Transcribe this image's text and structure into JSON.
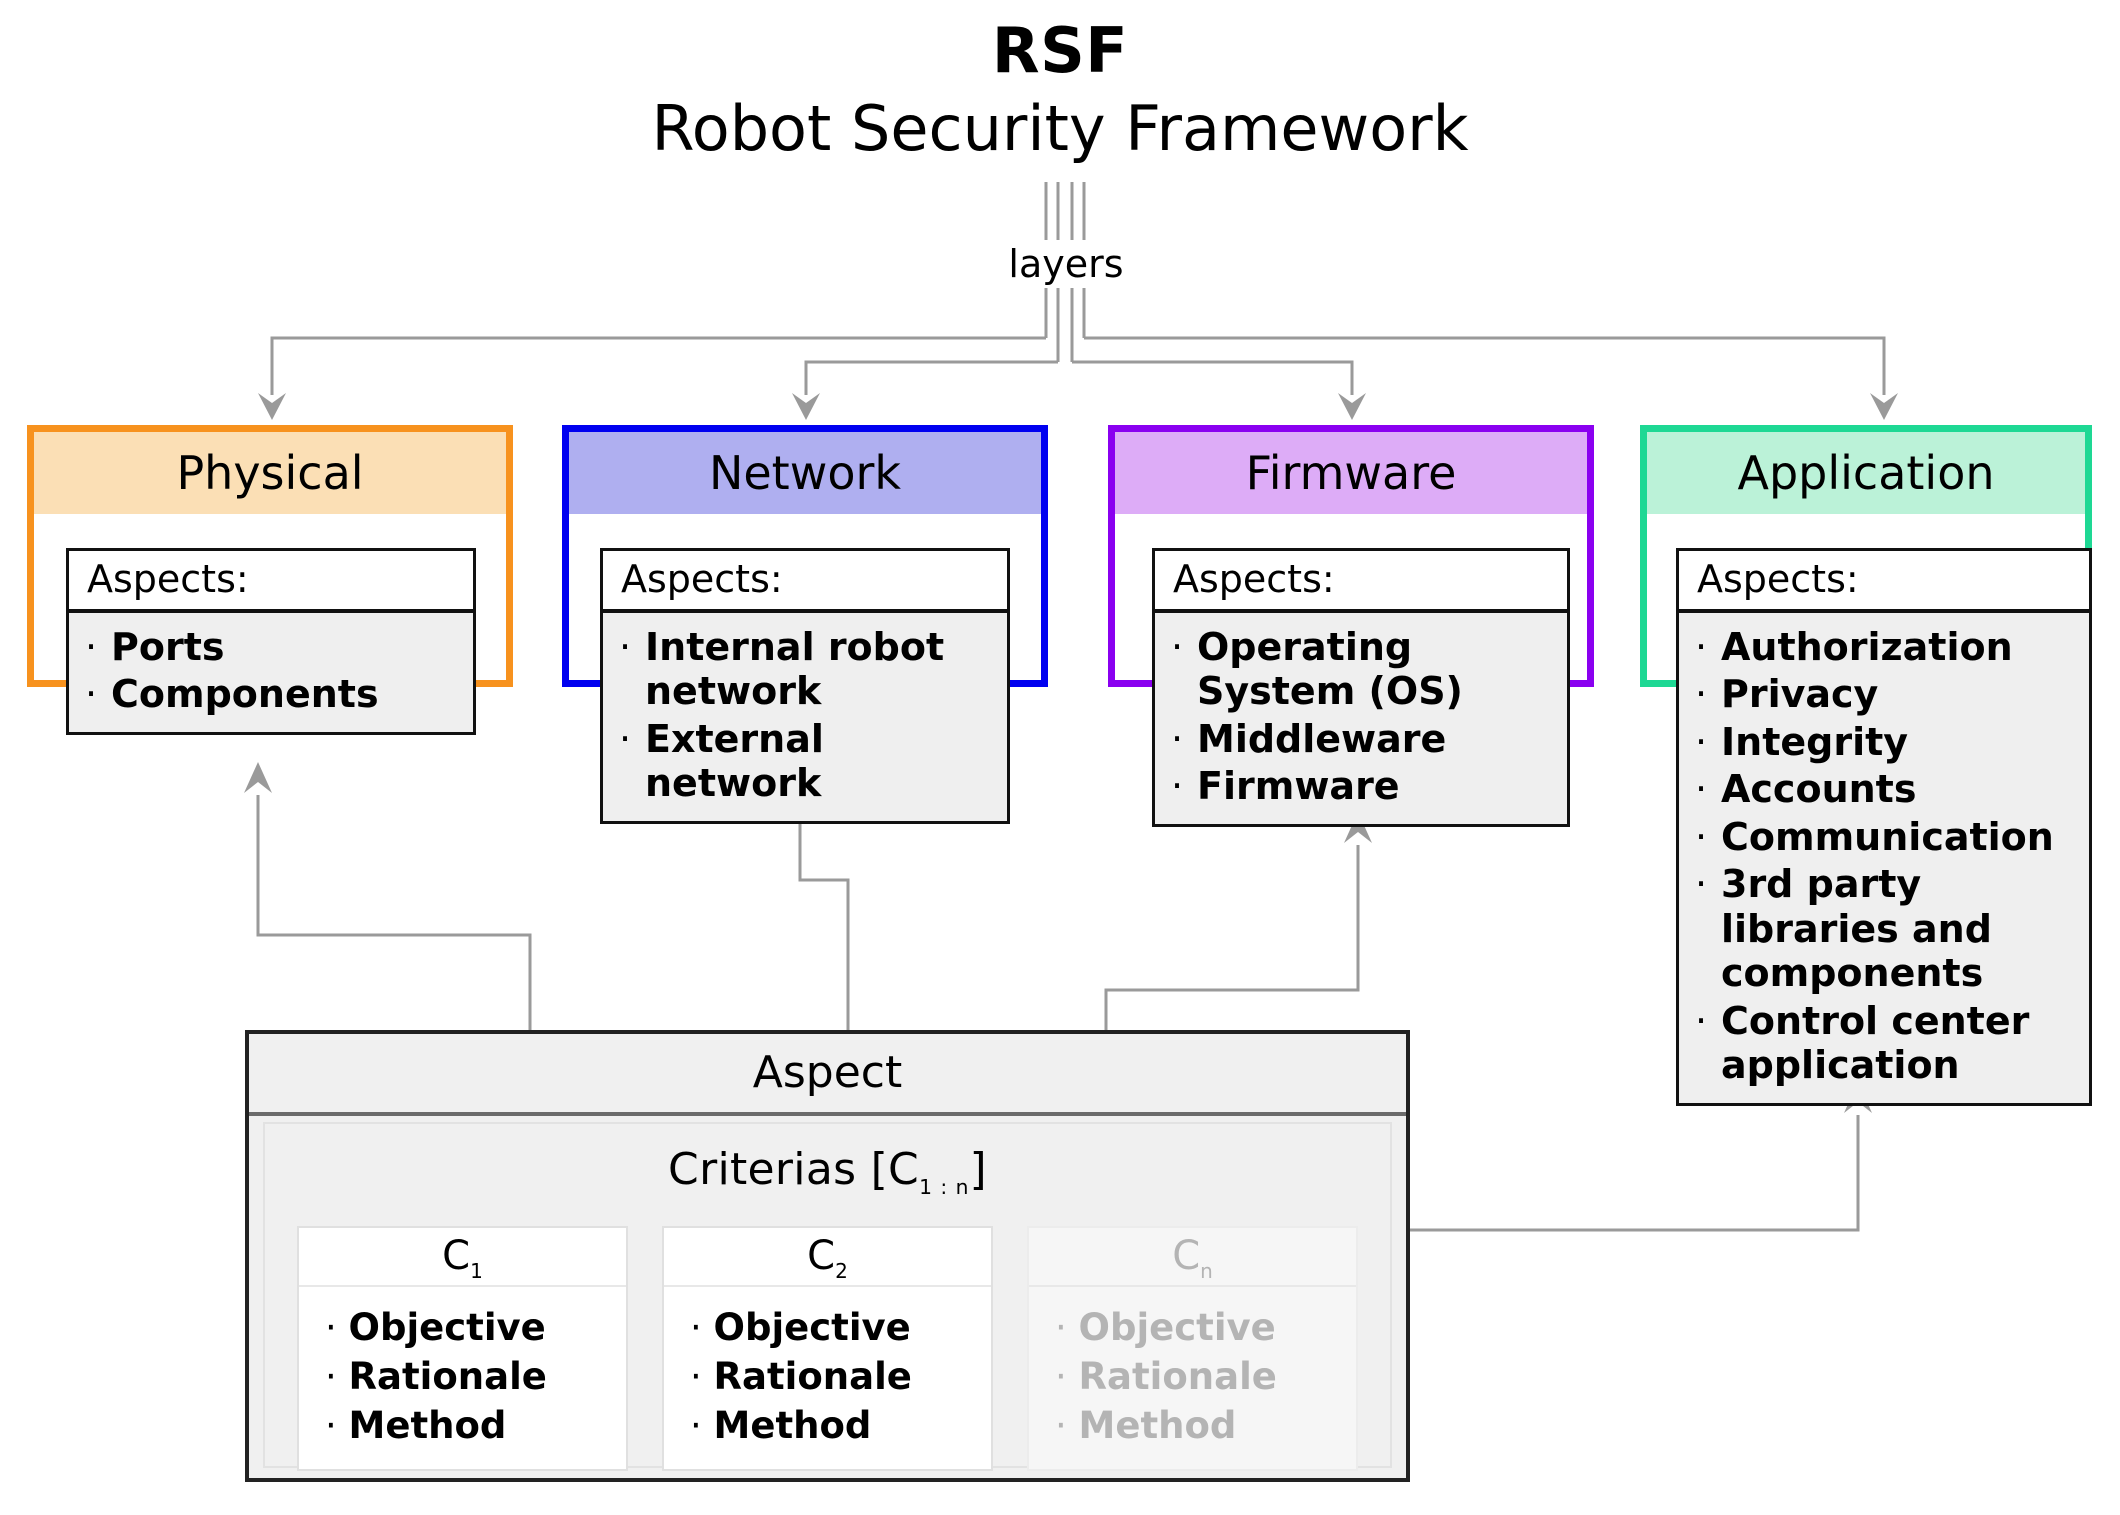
{
  "title": {
    "acronym": "RSF",
    "full": "Robot Security Framework",
    "relation_label": "layers"
  },
  "colors": {
    "physical_border": "#F7921E",
    "physical_header": "#FBDFB5",
    "network_border": "#0000F0",
    "network_header": "#AFAFF0",
    "firmware_border": "#8A00F0",
    "firmware_header": "#DDACF7",
    "application_border": "#1ED894",
    "application_header": "#BBF2D8",
    "connector": "#9a9a9a",
    "panel_fill": "#f0f0f0",
    "list_fill": "#efefef",
    "dim_text": "#b4b4b4"
  },
  "layers": [
    {
      "name": "Physical",
      "aspects_label": "Aspects:",
      "aspects": [
        "Ports",
        "Components"
      ]
    },
    {
      "name": "Network",
      "aspects_label": "Aspects:",
      "aspects": [
        "Internal robot network",
        "External network"
      ]
    },
    {
      "name": "Firmware",
      "aspects_label": "Aspects:",
      "aspects": [
        "Operating System (OS)",
        "Middleware",
        "Firmware"
      ]
    },
    {
      "name": "Application",
      "aspects_label": "Aspects:",
      "aspects": [
        "Authorization",
        "Privacy",
        "Integrity",
        "Accounts",
        "Communication",
        "3rd party libraries and components",
        "Control center application"
      ]
    }
  ],
  "aspect_panel": {
    "header": "Aspect",
    "criteria_title_prefix": "Criterias [C",
    "criteria_title_sub": "1 : n",
    "criteria_title_suffix": "]",
    "criterias": [
      {
        "name": "C",
        "index": "1",
        "dimmed": false,
        "items": [
          "Objective",
          "Rationale",
          "Method"
        ]
      },
      {
        "name": "C",
        "index": "2",
        "dimmed": false,
        "items": [
          "Objective",
          "Rationale",
          "Method"
        ]
      },
      {
        "name": "C",
        "index": "n",
        "dimmed": true,
        "items": [
          "Objective",
          "Rationale",
          "Method"
        ]
      }
    ]
  },
  "bullet": "·"
}
